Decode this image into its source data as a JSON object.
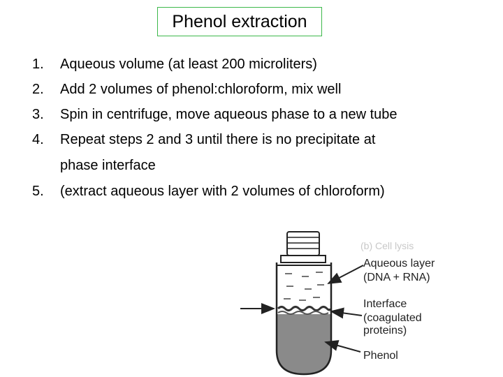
{
  "title": "Phenol extraction",
  "steps": [
    {
      "num": "1.",
      "text": "Aqueous volume (at least 200 microliters)"
    },
    {
      "num": "2.",
      "text": "Add 2 volumes of phenol:chloroform, mix well"
    },
    {
      "num": "3.",
      "text": "Spin in centrifuge, move aqueous phase to a new tube"
    },
    {
      "num": "4.",
      "text": "Repeat steps 2 and 3 until there is no precipitate at",
      "text2": "phase interface"
    },
    {
      "num": "5.",
      "text": "(extract aqueous layer with 2 volumes of chloroform)"
    }
  ],
  "figure": {
    "aqueous_line1": "Aqueous layer",
    "aqueous_line2": "(DNA + RNA)",
    "interface_line1": "Interface",
    "interface_line2": "(coagulated",
    "interface_line3": "proteins)",
    "phenol": "Phenol",
    "ghost_text": "(b) Cell lysis",
    "colors": {
      "phenol_fill": "#8a8a8a",
      "tube_stroke": "#222222"
    }
  }
}
